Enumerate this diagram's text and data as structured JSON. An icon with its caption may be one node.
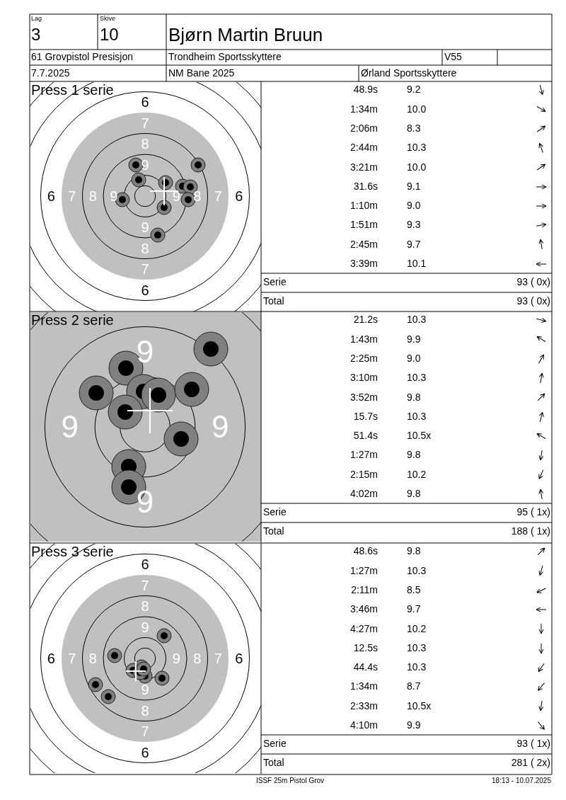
{
  "diagram": {
    "labels": [
      "Lag",
      "3",
      "Skive",
      "10",
      "Bjørn Martin Bruun",
      "61 Grovpistol Presisjon",
      "Trondheim Sportsskyttere",
      "V55",
      "7.7.2025",
      "NM Bane 2025",
      "Ørland Sportsskyttere",
      "Press 1 serie",
      "6",
      "7",
      "8",
      "9",
      "6",
      "7",
      "8",
      "9",
      "9",
      "8",
      "7",
      "6",
      "9",
      "8",
      "7",
      "6",
      "48.9s",
      "9.2",
      "1:34m",
      "10.0",
      "2:06m",
      "8.3",
      "2:44m",
      "10.3",
      "3:21m",
      "10.0",
      "31.6s",
      "9.1",
      "1:10m",
      "9.0",
      "1:51m",
      "9.3",
      "2:45m",
      "9.7",
      "3:39m",
      "10.1",
      "Serie",
      "93 ( 0x)",
      "Total",
      "93 ( 0x)",
      "Press 2 serie",
      "9",
      "9",
      "9",
      "9",
      "21.2s",
      "10.3",
      "1:43m",
      "9.9",
      "2:25m",
      "9.0",
      "3:10m",
      "10.3",
      "3:52m",
      "9.8",
      "15.7s",
      "10.3",
      "51.4s",
      "10.5x",
      "1:27m",
      "9.8",
      "2:15m",
      "10.2",
      "4:02m",
      "9.8",
      "Serie",
      "95 ( 1x)",
      "Total",
      "188 ( 1x)",
      "Press 3 serie",
      "6",
      "7",
      "8",
      "9",
      "6",
      "7",
      "8",
      "9",
      "8",
      "7",
      "6",
      "9",
      "8",
      "7",
      "6",
      "48.6s",
      "9.8",
      "1:27m",
      "10.3",
      "2:11m",
      "8.5",
      "3:46m",
      "9.7",
      "4:27m",
      "10.2",
      "12.5s",
      "10.3",
      "44.4s",
      "10.3",
      "1:34m",
      "8.7",
      "2:33m",
      "10.5x",
      "4:10m",
      "9.9",
      "Serie",
      "93 ( 1x)",
      "Total",
      "281 ( 2x)",
      "ISSF 25m Pistol Grov",
      "18:13 - 10.07.2025"
    ]
  }
}
